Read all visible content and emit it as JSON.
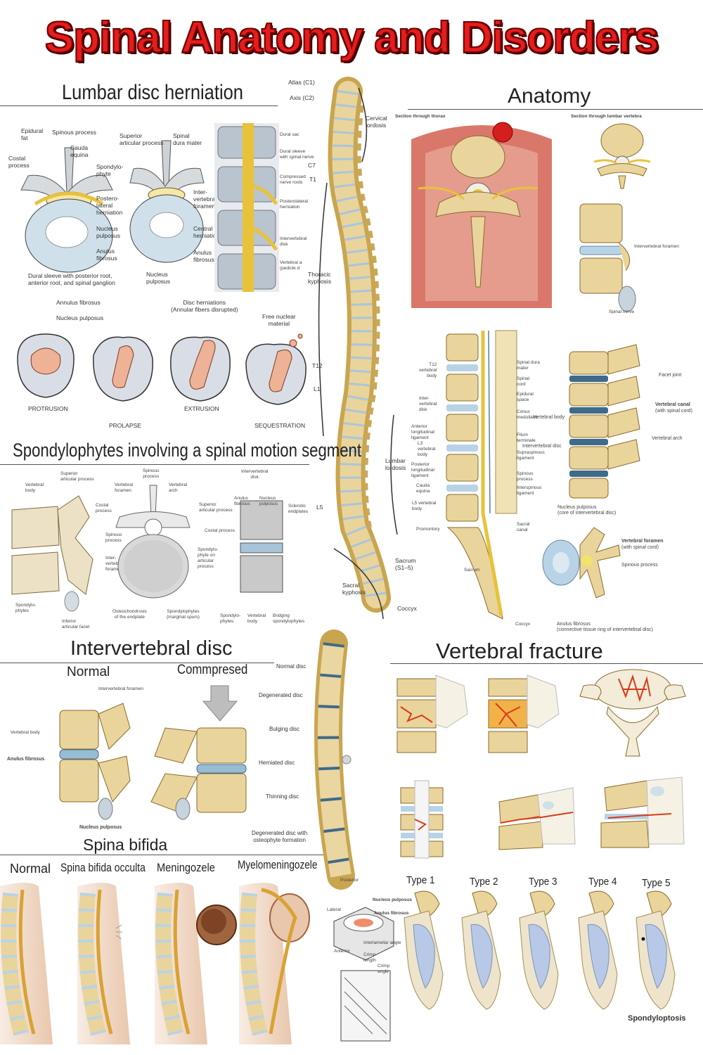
{
  "poster": {
    "title": "Spinal Anatomy and Disorders"
  },
  "sections": {
    "lumbar_herniation": "Lumbar disc herniation",
    "anatomy": "Anatomy",
    "spondylophytes": "Spondylophytes involving a spinal motion segment",
    "intervertebral_disc": "Intervertebral disc",
    "vertebral_fracture": "Vertebral fracture",
    "spina_bifida": "Spina bifida"
  },
  "herniation": {
    "left_vertebra": [
      "Epidural\nfat",
      "Spinous process",
      "Cauda\nequina",
      "Costal\nprocess",
      "Spondylo-\nphyte",
      "Postero-\nlateral\nherniation",
      "Nucleus\npulposus",
      "Anulus\nfibrosus",
      "Dural sleeve with posterior root,\nanterior root, and spinal ganglion"
    ],
    "right_vertebra": [
      "Superior\narticular process",
      "Spinal\ndura mater",
      "Inter-\nvertebral\nforamen",
      "Central\nherniation",
      "Anulus\nfibrosus",
      "Nucleus\npulposus"
    ],
    "column": [
      "Dural sac",
      "Dural sleeve\nwith spinal nerve",
      "Compressed\nnerve roots",
      "Posterolateral\nherniation",
      "Intervertebral\ndisk",
      "Vertebral a\n(pedicle d"
    ],
    "stages_labels": [
      "Annulus fibrosus",
      "Nucleus pulposus",
      "Disc herniations\n(Annular fibers disrupted)",
      "Free nuclear\nmaterial"
    ],
    "stages": [
      "PROTRUSION",
      "PROLAPSE",
      "EXTRUSION",
      "SEQUESTRATION"
    ]
  },
  "spine": {
    "labels": [
      "Atlas (C1)",
      "Axis (C2)",
      "C7",
      "T1",
      "T12",
      "L1",
      "L5",
      "Sacrum\n(S1–5)",
      "Coccyx"
    ],
    "curves": [
      "Cervical\nlordosis",
      "Thoracic\nkyphosis",
      "Lumbar\nlordosis",
      "Sacral\nkyphosis"
    ]
  },
  "anatomy": {
    "thorax_title": "Section through thorax",
    "lumbar_title": "Section through lumbar vertebra",
    "sagittal": [
      "T12\nvertebral\nbody",
      "Inter-\nvertebral\ndisk",
      "Anterior\nlongitudinal\nligament",
      "L3\nvertebral\nbody",
      "Posterior\nlongitudinal\nligament",
      "Cauda\nequina",
      "L5 vertebral\nbody",
      "Promontory",
      "Sacrum",
      "Coccyx",
      "Spinal dura\nmater",
      "Spinal\ncord",
      "Epidural\nspace",
      "Conus\nmedullaris",
      "Filum\nterminale",
      "Supraspinous\nligament",
      "Spinous\nprocess",
      "Interspinous\nligament",
      "Sacral\ncanal"
    ],
    "lateral": [
      "Facet joint",
      "Vertebral canal",
      "(with spinal cord)",
      "Vertebral body",
      "Intervertebral disc",
      "Vertebral arch"
    ],
    "axial": [
      "Nucleus pulposus\n(core of intervertebral disc)",
      "Vertebral foramen",
      "(with spinal cord)",
      "Spinous process",
      "Anulus fibrosus\n(connective tissue ring of intervertebral disc)"
    ],
    "foramen_label": "Intervertebral foramen",
    "spinal_nerve": "Spinal nerve"
  },
  "spondylo": {
    "labels": [
      "Vertebral\nbody",
      "Superior\narticular process",
      "Costal\nprocess",
      "Spinous\nprocess",
      "Inter-\nvertebral\nforamen",
      "Spondylo-\nphytes",
      "Inferior\narticular facet",
      "Spinous\nprocess",
      "Vertebral\nforamen",
      "Vertebral\narch",
      "Superior\narticular process",
      "Costal process",
      "Spondylo-\nphyte on\narticular\nprocess",
      "Osteochondrosis\nof the endplate",
      "Spondylophytes\n(marginal spurs)",
      "Intervertebral\ndisk",
      "Anulus\nfibrosus",
      "Nucleus\npulposus",
      "Sclerotic\nendplates",
      "Spondylo-\nphytes",
      "Vertebral\nbody",
      "Bridging\nspondylophytes"
    ]
  },
  "disc": {
    "normal": "Normal",
    "compressed": "Commpresed",
    "labels": [
      "Intervertebral foramen",
      "Vertebral body",
      "Anulus fibrosus",
      "Nucleus pulposus"
    ],
    "stages": [
      "Normal disc",
      "Degenerated disc",
      "Bulging disc",
      "Herniated disc",
      "Thinning disc",
      "Degenerated disc with\nosteophyte formation"
    ]
  },
  "bifida": {
    "types": [
      "Normal",
      "Spina bifida occulta",
      "Meningozele",
      "Myelomeningozele"
    ]
  },
  "disc_structure": [
    "Posterior",
    "Nucleus pulposus",
    "Anulus fibrosus",
    "Lateral",
    "Interlamellar angle",
    "Anterior",
    "Crimp\nlength",
    "Crimp\nangle"
  ],
  "spondylolisthesis": {
    "types": [
      "Type 1",
      "Type 2",
      "Type 3",
      "Type 4",
      "Type 5"
    ],
    "caption": "Spondyloptosis"
  },
  "colors": {
    "title": "#e41d1d",
    "bone": "#e6cf93",
    "disc": "#b8d3e6",
    "nerve": "#e8c23a",
    "muscle": "#d9786a",
    "fracture": "#d93a1a"
  }
}
